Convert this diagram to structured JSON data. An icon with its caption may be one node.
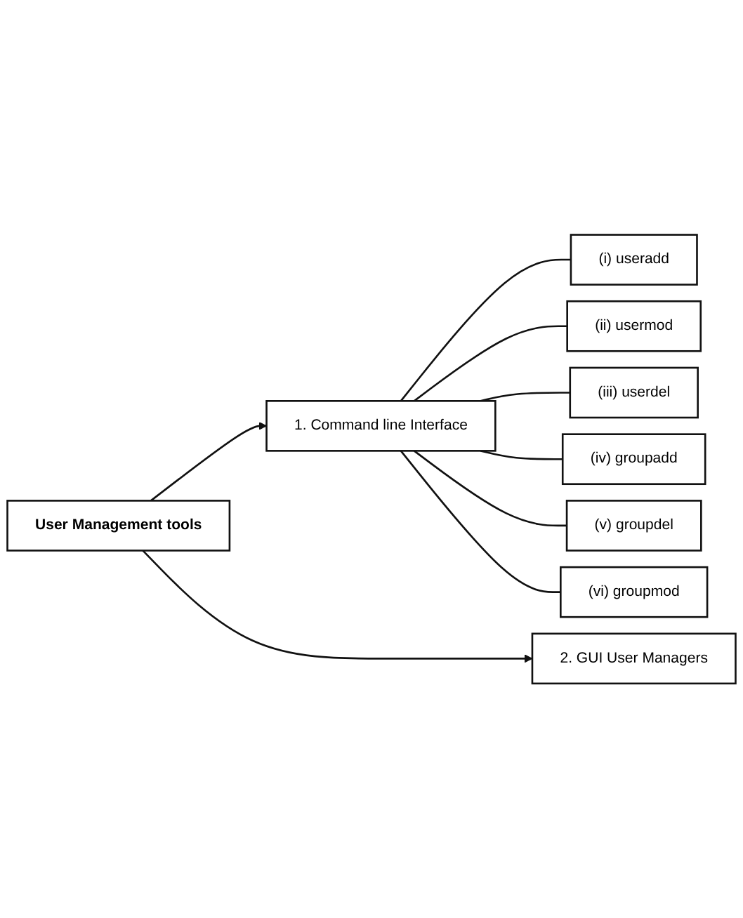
{
  "diagram": {
    "nodes": [
      {
        "text": [
          "User Management tools"
        ]
      },
      {
        "text": [
          "1. Command line Interface"
        ]
      },
      {
        "text": [
          "(i) useradd"
        ]
      },
      {
        "text": [
          "(ii) usermod"
        ]
      },
      {
        "text": [
          "(iii) userdel"
        ]
      },
      {
        "text": [
          "(iv) groupadd"
        ]
      },
      {
        "text": [
          "(v) groupdel"
        ]
      },
      {
        "text": [
          "(vi) groupmod"
        ]
      },
      {
        "text": [
          "2. GUI User Managers"
        ]
      }
    ],
    "edges": [
      {
        "from": 0,
        "to": 1,
        "arrow": "to"
      },
      {
        "from": 1,
        "to": 2,
        "arrow": "none"
      },
      {
        "from": 1,
        "to": 3,
        "arrow": "none"
      },
      {
        "from": 1,
        "to": 4,
        "arrow": "none"
      },
      {
        "from": 1,
        "to": 5,
        "arrow": "none"
      },
      {
        "from": 1,
        "to": 6,
        "arrow": "none"
      },
      {
        "from": 1,
        "to": 7,
        "arrow": "none"
      },
      {
        "from": 0,
        "to": 8,
        "arrow": "to"
      }
    ]
  }
}
